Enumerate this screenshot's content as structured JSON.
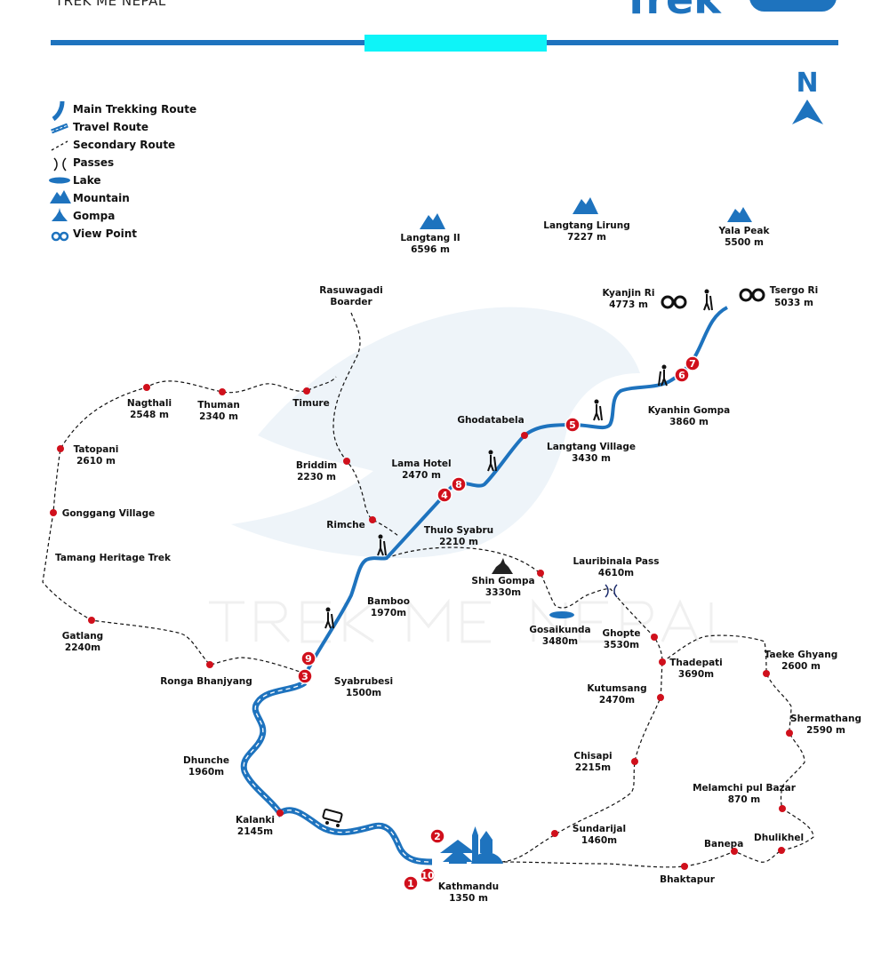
{
  "header": {
    "brand_small": "TREK ME NEPAL",
    "brand_large": "Trek"
  },
  "watermark": "TREK ME NEPAL",
  "north": "N",
  "legend": [
    {
      "label": "Main Trekking Route",
      "icon": "main-route-icon"
    },
    {
      "label": "Travel Route",
      "icon": "travel-route-icon"
    },
    {
      "label": "Secondary Route",
      "icon": "secondary-route-icon"
    },
    {
      "label": "Passes",
      "icon": "pass-icon"
    },
    {
      "label": "Lake",
      "icon": "lake-icon"
    },
    {
      "label": "Mountain",
      "icon": "mountain-icon"
    },
    {
      "label": "Gompa",
      "icon": "gompa-icon"
    },
    {
      "label": "View Point",
      "icon": "binoculars-icon"
    }
  ],
  "colors": {
    "route": "#1e73be",
    "stop": "#d0101c",
    "accent": "#0ef4f8"
  },
  "places": {
    "langtang_ii": {
      "name": "Langtang II",
      "elev": "6596 m"
    },
    "langtang_lirung": {
      "name": "Langtang  Lirung",
      "elev": "7227 m"
    },
    "yala_peak": {
      "name": "Yala Peak",
      "elev": "5500 m"
    },
    "kyanjin_ri": {
      "name": "Kyanjin Ri",
      "elev": "4773 m"
    },
    "tsergo_ri": {
      "name": "Tsergo Ri",
      "elev": "5033 m"
    },
    "rasuwagadi": {
      "name": "Rasuwagadi",
      "elev": "Boarder"
    },
    "nagthali": {
      "name": "Nagthali",
      "elev": "2548 m"
    },
    "thuman": {
      "name": "Thuman",
      "elev": "2340 m"
    },
    "timure": {
      "name": "Timure"
    },
    "tatopani": {
      "name": "Tatopani",
      "elev": "2610 m"
    },
    "gonggang": {
      "name": "Gonggang Village"
    },
    "tamang": {
      "name": "Tamang Heritage Trek"
    },
    "briddim": {
      "name": "Briddim",
      "elev": "2230 m"
    },
    "ghodatabela": {
      "name": "Ghodatabela"
    },
    "langtang_village": {
      "name": "Langtang Village",
      "elev": "3430 m"
    },
    "kyanhin_gompa": {
      "name": "Kyanhin Gompa",
      "elev": "3860 m"
    },
    "lama_hotel": {
      "name": "Lama Hotel",
      "elev": "2470 m"
    },
    "rimche": {
      "name": "Rimche"
    },
    "thulo_syabru": {
      "name": "Thulo Syabru",
      "elev": "2210 m"
    },
    "shin_gompa": {
      "name": "Shin Gompa",
      "elev": "3330m"
    },
    "lauribinala": {
      "name": "Lauribinala Pass",
      "elev": "4610m"
    },
    "bamboo": {
      "name": "Bamboo",
      "elev": "1970m"
    },
    "gosaikunda": {
      "name": "Gosaikunda",
      "elev": "3480m"
    },
    "ghopte": {
      "name": "Ghopte",
      "elev": "3530m"
    },
    "gatlang": {
      "name": "Gatlang",
      "elev": "2240m"
    },
    "thadepati": {
      "name": "Thadepati",
      "elev": "3690m"
    },
    "taeke_ghyang": {
      "name": "Taeke Ghyang",
      "elev": "2600 m"
    },
    "ronga": {
      "name": "Ronga Bhanjyang"
    },
    "syabrubesi": {
      "name": "Syabrubesi",
      "elev": "1500m"
    },
    "kutumsang": {
      "name": "Kutumsang",
      "elev": "2470m"
    },
    "shermathang": {
      "name": "Shermathang",
      "elev": "2590 m"
    },
    "dhunche": {
      "name": "Dhunche",
      "elev": "1960m"
    },
    "chisapi": {
      "name": "Chisapi",
      "elev": "2215m"
    },
    "melamchi": {
      "name": "Melamchi pul Bazar",
      "elev": "870 m"
    },
    "kalanki": {
      "name": "Kalanki",
      "elev": "2145m"
    },
    "sundarijal": {
      "name": "Sundarijal",
      "elev": "1460m"
    },
    "banepa": {
      "name": "Banepa"
    },
    "dhulikhel": {
      "name": "Dhulikhel"
    },
    "bhaktapur": {
      "name": "Bhaktapur"
    },
    "kathmandu": {
      "name": "Kathmandu",
      "elev": "1350 m"
    }
  },
  "day_badges": [
    "1",
    "2",
    "3",
    "4",
    "5",
    "6",
    "7",
    "8",
    "9",
    "10"
  ]
}
